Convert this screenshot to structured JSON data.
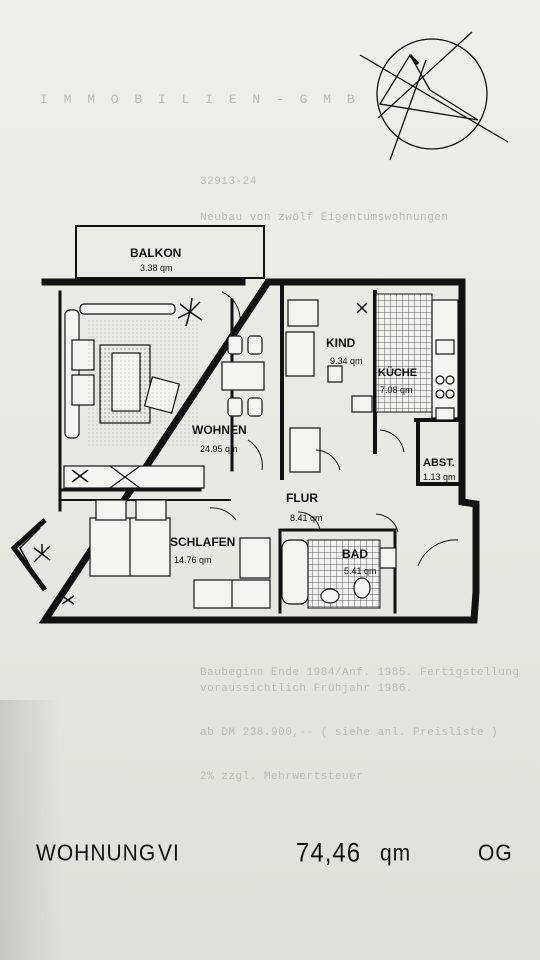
{
  "plan": {
    "rooms": [
      {
        "key": "balkon",
        "name": "BALKON",
        "area": "3.38 qm"
      },
      {
        "key": "wohnen",
        "name": "WOHNEN",
        "area": "24.95 qm"
      },
      {
        "key": "kind",
        "name": "KIND",
        "area": "9.34 qm"
      },
      {
        "key": "kueche",
        "name": "KÜCHE",
        "area": "7.08 qm"
      },
      {
        "key": "abst",
        "name": "ABST.",
        "area": "1.13 qm"
      },
      {
        "key": "flur",
        "name": "FLUR",
        "area": "8.41 qm"
      },
      {
        "key": "bad",
        "name": "BAD",
        "area": "5.41 qm"
      },
      {
        "key": "schlafen",
        "name": "SCHLAFEN",
        "area": "14.76 qm"
      }
    ]
  },
  "footer": {
    "unit_label": "WOHNUNG",
    "unit_number": "VI",
    "total_area": "74,46",
    "area_unit": "qm",
    "floor": "OG"
  },
  "background_text": {
    "header": "I M M O B I L I E N - G M B",
    "code": "32913-24",
    "line1": "Neubau von zwölf Eigentumswohnungen",
    "line2": "Baubeginn Ende 1984/Anf. 1985. Fertigstellung",
    "line3": "voraussichtlich Frühjahr 1986.",
    "line4": "ab DM 238.900,-- ( siehe anl. Preisliste )",
    "line5": "2% zzgl. Mehrwertsteuer"
  },
  "colors": {
    "ink": "#111111",
    "paper": "#eeefe9",
    "ghost": "#b9bcb8"
  }
}
